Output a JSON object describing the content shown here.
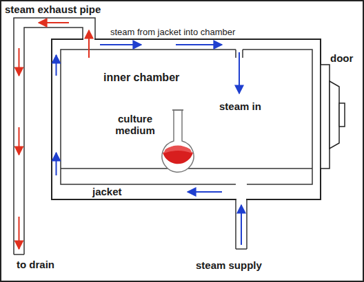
{
  "diagram": {
    "labels": [
      "steam exhaust pipe",
      "steam from jacket into chamber",
      "inner chamber",
      "steam in",
      "door",
      "culture medium",
      "jacket",
      "steam supply",
      "to drain"
    ]
  }
}
